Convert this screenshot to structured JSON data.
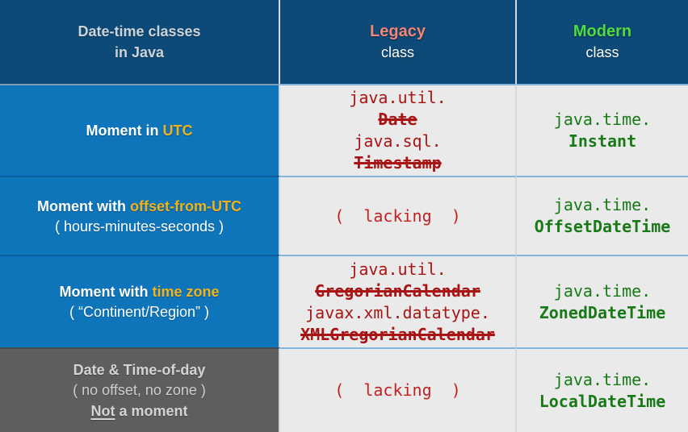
{
  "colors": {
    "header_bg": "#0d4a78",
    "row_blue": "#0e75bb",
    "row_gray": "#5e5e5e",
    "cell_bg": "#ebeaea",
    "accent_yellow": "#f1b31c",
    "legacy_title_salmon": "#f28577",
    "modern_title_green": "#4ddd3f",
    "legacy_code_red": "#a81414",
    "lacking_red": "#c32020",
    "modern_code_green": "#177a17"
  },
  "header": {
    "col1": {
      "line1": "Date-time classes",
      "line2": "in Java"
    },
    "legacy": {
      "title": "Legacy",
      "subtitle": "class"
    },
    "modern": {
      "title": "Modern",
      "subtitle": "class"
    }
  },
  "rows": [
    {
      "label": {
        "plain": "Moment in ",
        "accent": "UTC"
      },
      "legacy": {
        "lines": [
          {
            "text": "java.util.",
            "struck": false
          },
          {
            "text": "Date",
            "struck": true
          },
          {
            "text": "java.sql.",
            "struck": false
          },
          {
            "text": "Timestamp",
            "struck": true
          }
        ]
      },
      "modern": {
        "package": "java.time.",
        "class": "Instant"
      }
    },
    {
      "label": {
        "plain": "Moment with ",
        "accent": "offset-from-UTC",
        "sub": "( hours-minutes-seconds )"
      },
      "legacy": {
        "lacking": "(  lacking  )"
      },
      "modern": {
        "package": "java.time.",
        "class": "OffsetDateTime"
      }
    },
    {
      "label": {
        "plain": "Moment with ",
        "accent": "time zone",
        "sub": "( “Continent/Region” )"
      },
      "legacy": {
        "lines": [
          {
            "text": "java.util.",
            "struck": false
          },
          {
            "text": "GregorianCalendar",
            "struck": true
          },
          {
            "text": "javax.xml.datatype.",
            "struck": false
          },
          {
            "text": "XMLGregorianCalendar",
            "struck": true
          }
        ]
      },
      "modern": {
        "package": "java.time.",
        "class": "ZonedDateTime"
      }
    },
    {
      "label": {
        "line1": "Date & Time-of-day",
        "sub": "( no offset, no zone )",
        "underlined": "Not",
        "rest": " a moment"
      },
      "legacy": {
        "lacking": "(  lacking  )"
      },
      "modern": {
        "package": "java.time.",
        "class": "LocalDateTime"
      }
    }
  ]
}
